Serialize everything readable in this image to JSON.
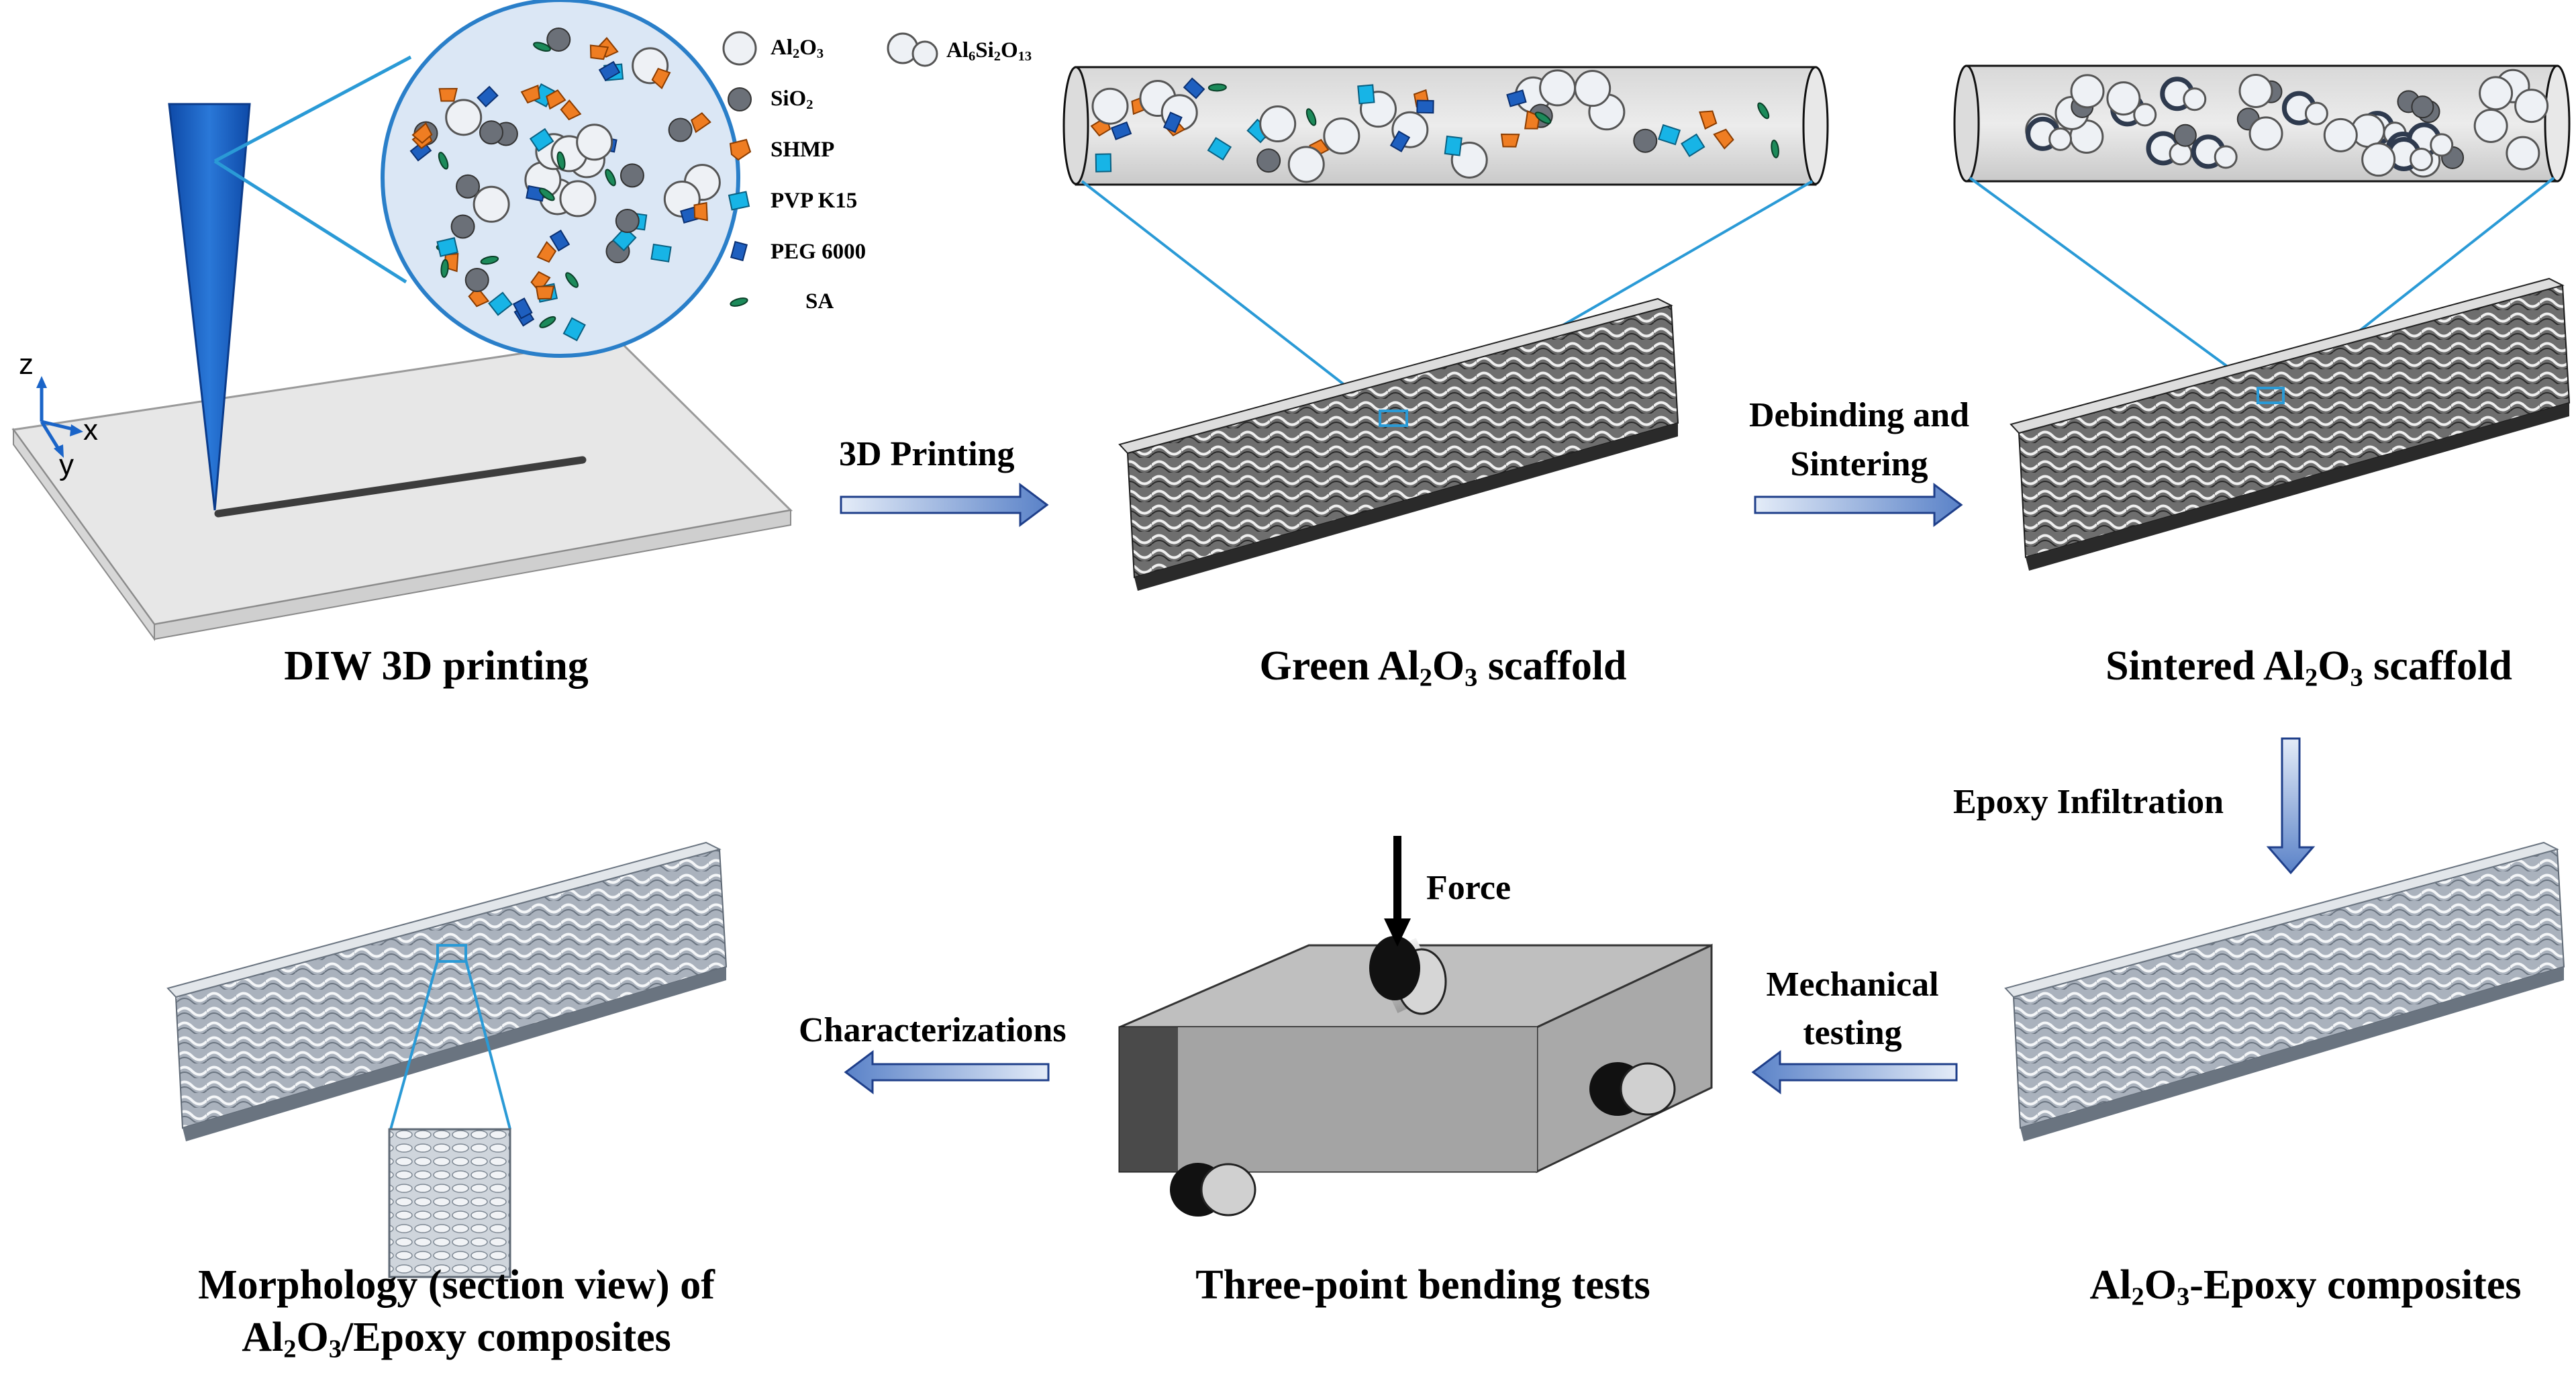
{
  "legend": {
    "items": [
      {
        "name": "al2o3",
        "text": "Al",
        "sub1": "2",
        "text2": "O",
        "sub2": "3"
      },
      {
        "name": "sio2",
        "text": "SiO",
        "sub1": "2"
      },
      {
        "name": "shmp",
        "text": "SHMP"
      },
      {
        "name": "pvp",
        "text": "PVP K15"
      },
      {
        "name": "peg",
        "text": "PEG 6000"
      },
      {
        "name": "sa",
        "text": "SA"
      }
    ],
    "mullite": {
      "text": "Al",
      "sub1": "6",
      "text2": "Si",
      "sub2": "2",
      "text3": "O",
      "sub3": "13"
    }
  },
  "axes": {
    "z": "z",
    "x": "x",
    "y": "y"
  },
  "steps": {
    "printing": "3D Printing",
    "debinding_line1": "Debinding and",
    "debinding_line2": "Sintering",
    "epoxy_infiltration": "Epoxy Infiltration",
    "mechanical_line1": "Mechanical",
    "mechanical_line2": "testing",
    "characterizations": "Characterizations",
    "force": "Force"
  },
  "captions": {
    "diw": "DIW 3D printing",
    "green": {
      "pre": "Green Al",
      "s1": "2",
      "mid": "O",
      "s2": "3",
      "post": " scaffold"
    },
    "sintered": {
      "pre": "Sintered Al",
      "s1": "2",
      "mid": "O",
      "s2": "3",
      "post": " scaffold"
    },
    "composite": {
      "pre": "Al",
      "s1": "2",
      "mid": "O",
      "s2": "3",
      "post": "-Epoxy composites"
    },
    "bending": "Three-point bending tests",
    "morph_line1": "Morphology (section view) of",
    "morph_line2": {
      "pre": "Al",
      "s1": "2",
      "mid": "O",
      "s2": "3",
      "post": "/Epoxy composites"
    }
  },
  "colors": {
    "nozzle": "#1a64c8",
    "zoom_line": "#2a9ad6",
    "zoom_fill": "#dbe7f5",
    "al2o3_fill": "#eef1f5",
    "sio2_fill": "#6b7078",
    "shmp": "#ef7d22",
    "pvp": "#17b4e6",
    "peg": "#1e5fbf",
    "sa": "#1c8a5a",
    "arrow_light": "#e4ecf8",
    "arrow_dark": "#5a82c8",
    "plate": "#e7e7e7",
    "beam_top": "#bfbfbf",
    "beam_front": "#a9a9a9",
    "beam_end": "#5a5a5a",
    "scaffold_dark": "#3a3a3a",
    "scaffold_light": "#8a94a2"
  }
}
